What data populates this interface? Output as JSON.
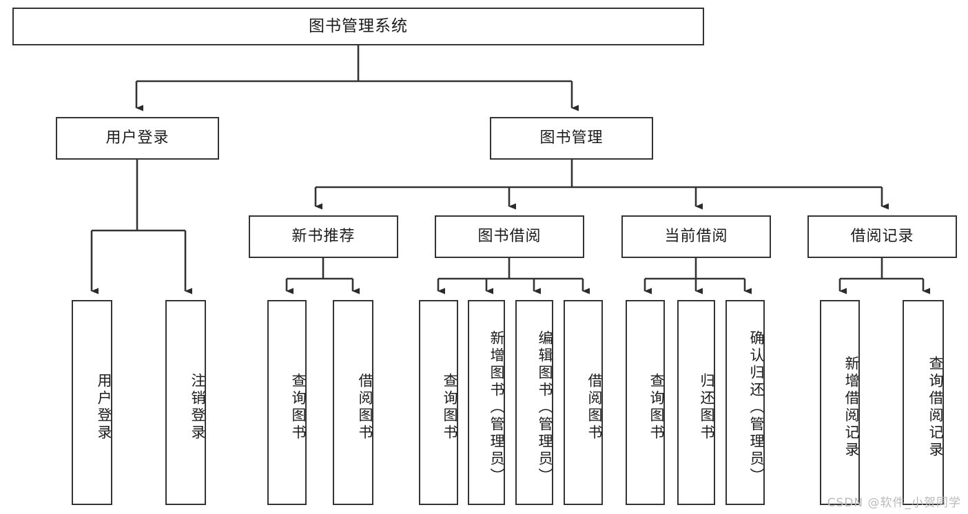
{
  "diagram": {
    "title": "图书管理系统",
    "root": {
      "label": "图书管理系统"
    },
    "level2": [
      {
        "label": "用户登录"
      },
      {
        "label": "图书管理"
      }
    ],
    "level3": [
      {
        "label": "新书推荐"
      },
      {
        "label": "图书借阅"
      },
      {
        "label": "当前借阅"
      },
      {
        "label": "借阅记录"
      }
    ],
    "leaves": [
      {
        "label": "用户登录",
        "parent": "用户登录"
      },
      {
        "label": "注销登录",
        "parent": "用户登录"
      },
      {
        "label": "查询图书",
        "parent": "新书推荐"
      },
      {
        "label": "借阅图书",
        "parent": "新书推荐"
      },
      {
        "label": "查询图书",
        "parent": "图书借阅"
      },
      {
        "label": "新增图书（管理员）",
        "parent": "图书借阅"
      },
      {
        "label": "编辑图书（管理员）",
        "parent": "图书借阅"
      },
      {
        "label": "借阅图书",
        "parent": "图书借阅"
      },
      {
        "label": "查询图书",
        "parent": "当前借阅"
      },
      {
        "label": "归还图书",
        "parent": "当前借阅"
      },
      {
        "label": "确认归还（管理员）",
        "parent": "当前借阅"
      },
      {
        "label": "新增借阅记录",
        "parent": "借阅记录"
      },
      {
        "label": "查询借阅记录",
        "parent": "借阅记录"
      }
    ],
    "watermark": "CSDN @软件_小贺同学",
    "colors": {
      "stroke": "#333333",
      "background": "#ffffff",
      "text": "#1b1b1b",
      "watermark": "#b9b9b9"
    }
  }
}
